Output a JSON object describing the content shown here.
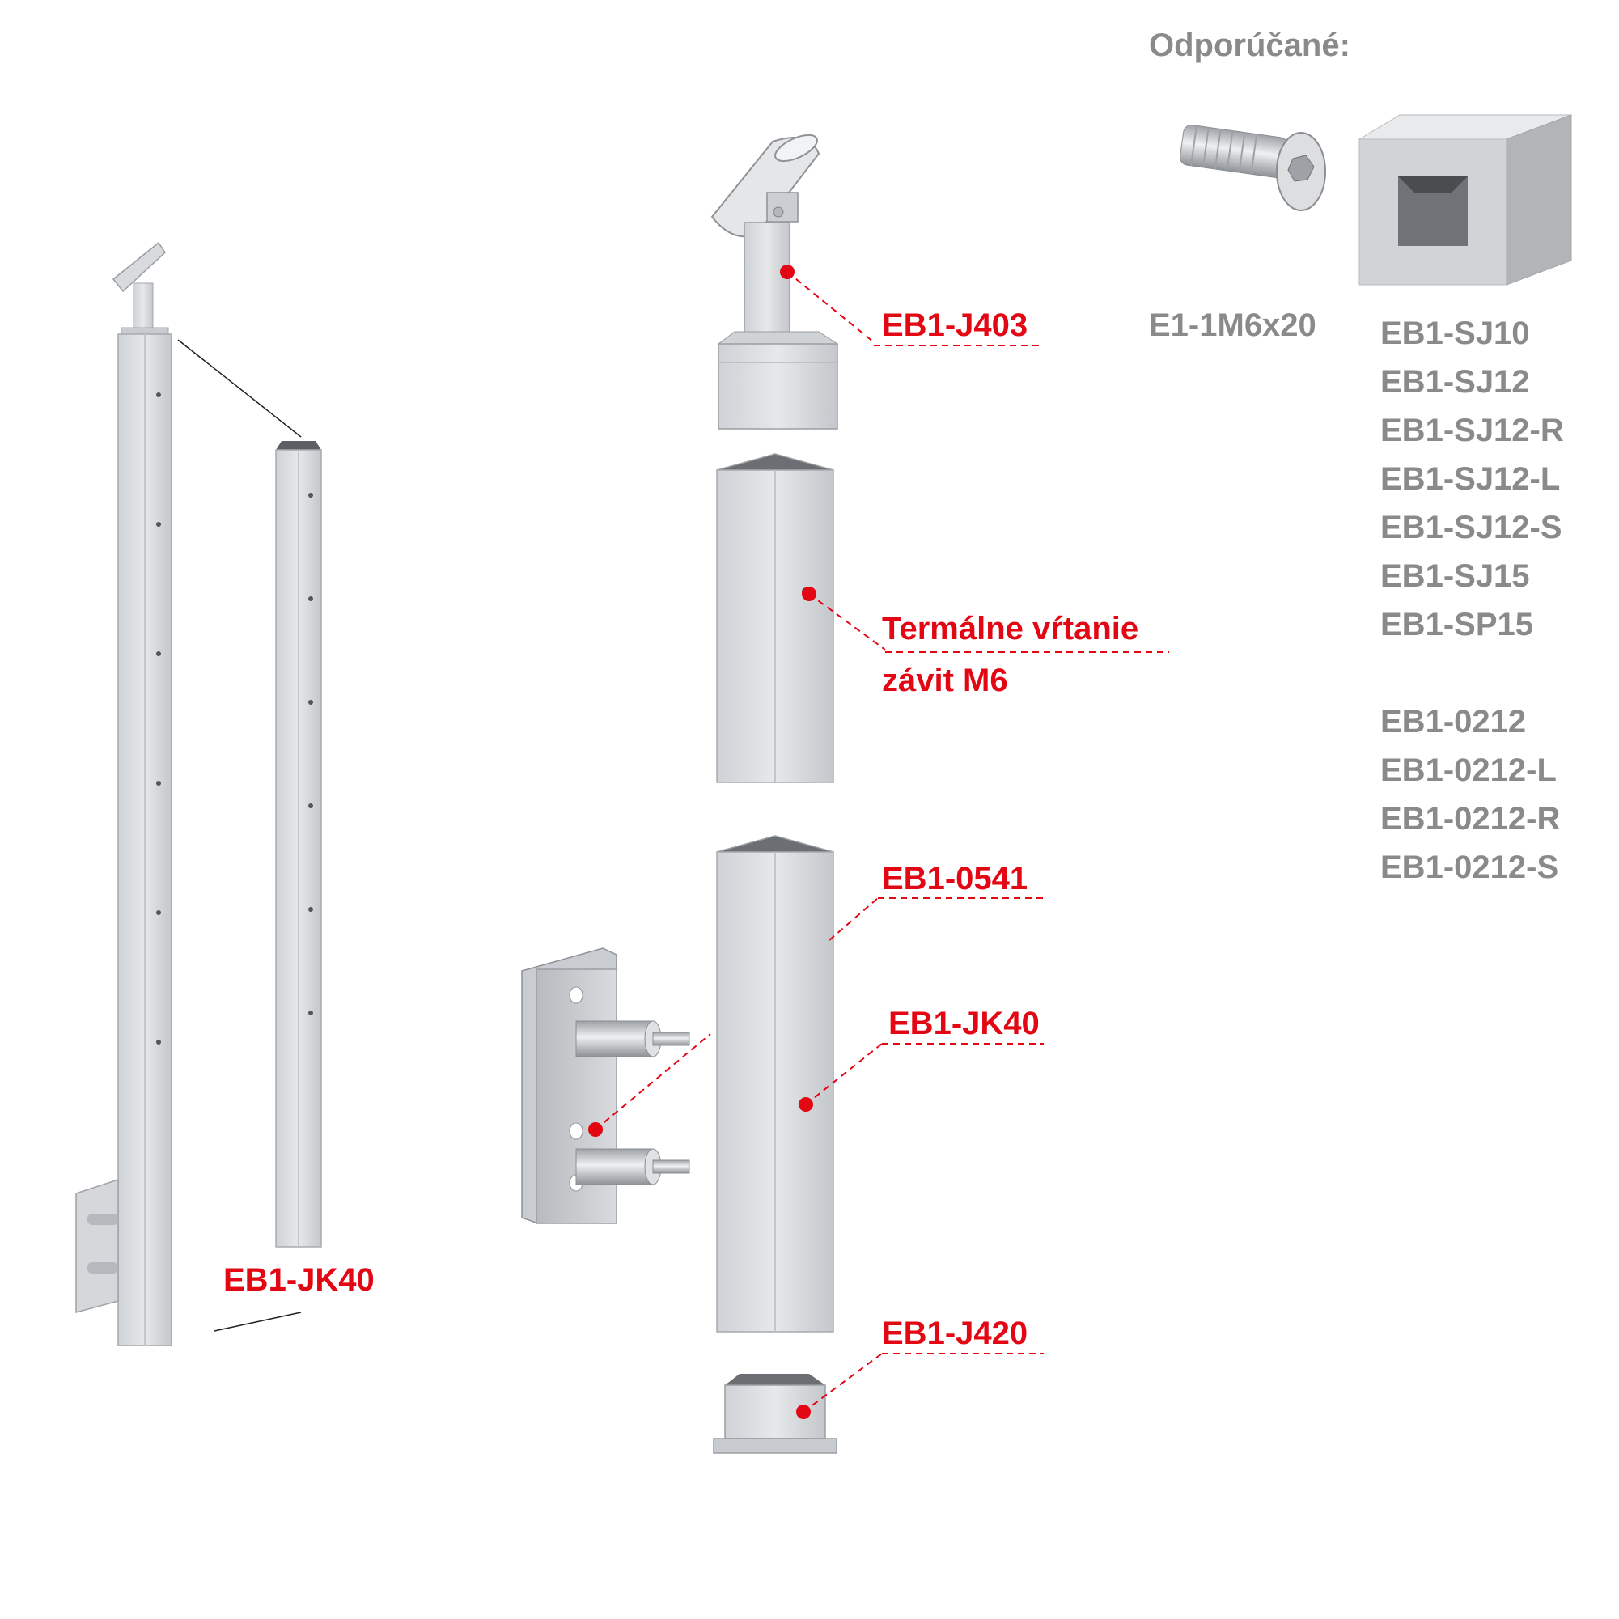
{
  "header": {
    "recommended_title": "Odporúčané:"
  },
  "labels": {
    "post_overview": "EB1-JK40",
    "top_holder": "EB1-J403",
    "thermal_drill_line1": "Termálne vŕtanie",
    "thermal_drill_line2": "závit M6",
    "tube": "EB1-0541",
    "post": "EB1-JK40",
    "end_cap": "EB1-J420",
    "screw": "E1-1M6x20"
  },
  "recommended": [
    "EB1-SJ10",
    "EB1-SJ12",
    "EB1-SJ12-R",
    "EB1-SJ12-L",
    "EB1-SJ12-S",
    "EB1-SJ15",
    "EB1-SP15",
    "EB1-0212",
    "EB1-0212-L",
    "EB1-0212-R",
    "EB1-0212-S"
  ],
  "colors": {
    "accent_red": "#e30613",
    "text_gray": "#8a8a8a",
    "metal": "#d4d6d9"
  }
}
